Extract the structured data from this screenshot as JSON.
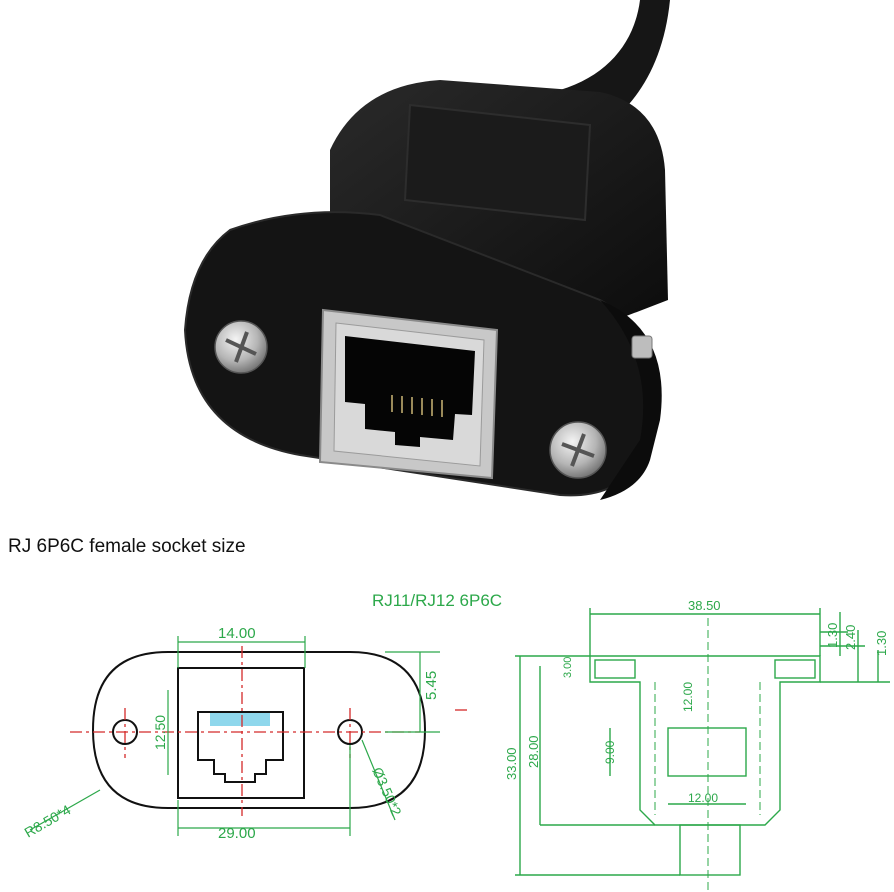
{
  "caption": "RJ 6P6C female socket size",
  "drawing_title": "RJ11/RJ12 6P6C",
  "front_view": {
    "width_top": "14.00",
    "right_offset": "5.45",
    "height_inner": "12.50",
    "width_total": "29.00",
    "radius": "R8.50*4",
    "hole": "Ø3.50*2"
  },
  "side_view": {
    "width_total": "38.50",
    "top_1": "1.30",
    "top_2": "2.40",
    "top_3": "1.30",
    "flange": "3.00",
    "height_total": "33.00",
    "height_body": "28.00",
    "inner_depth": "12.00",
    "port_height": "9.00",
    "port_width": "12.00"
  },
  "colors": {
    "line": "#2ca84a",
    "center": "#d42a2a",
    "body": "#111111",
    "metal": "#bdbdbd"
  }
}
